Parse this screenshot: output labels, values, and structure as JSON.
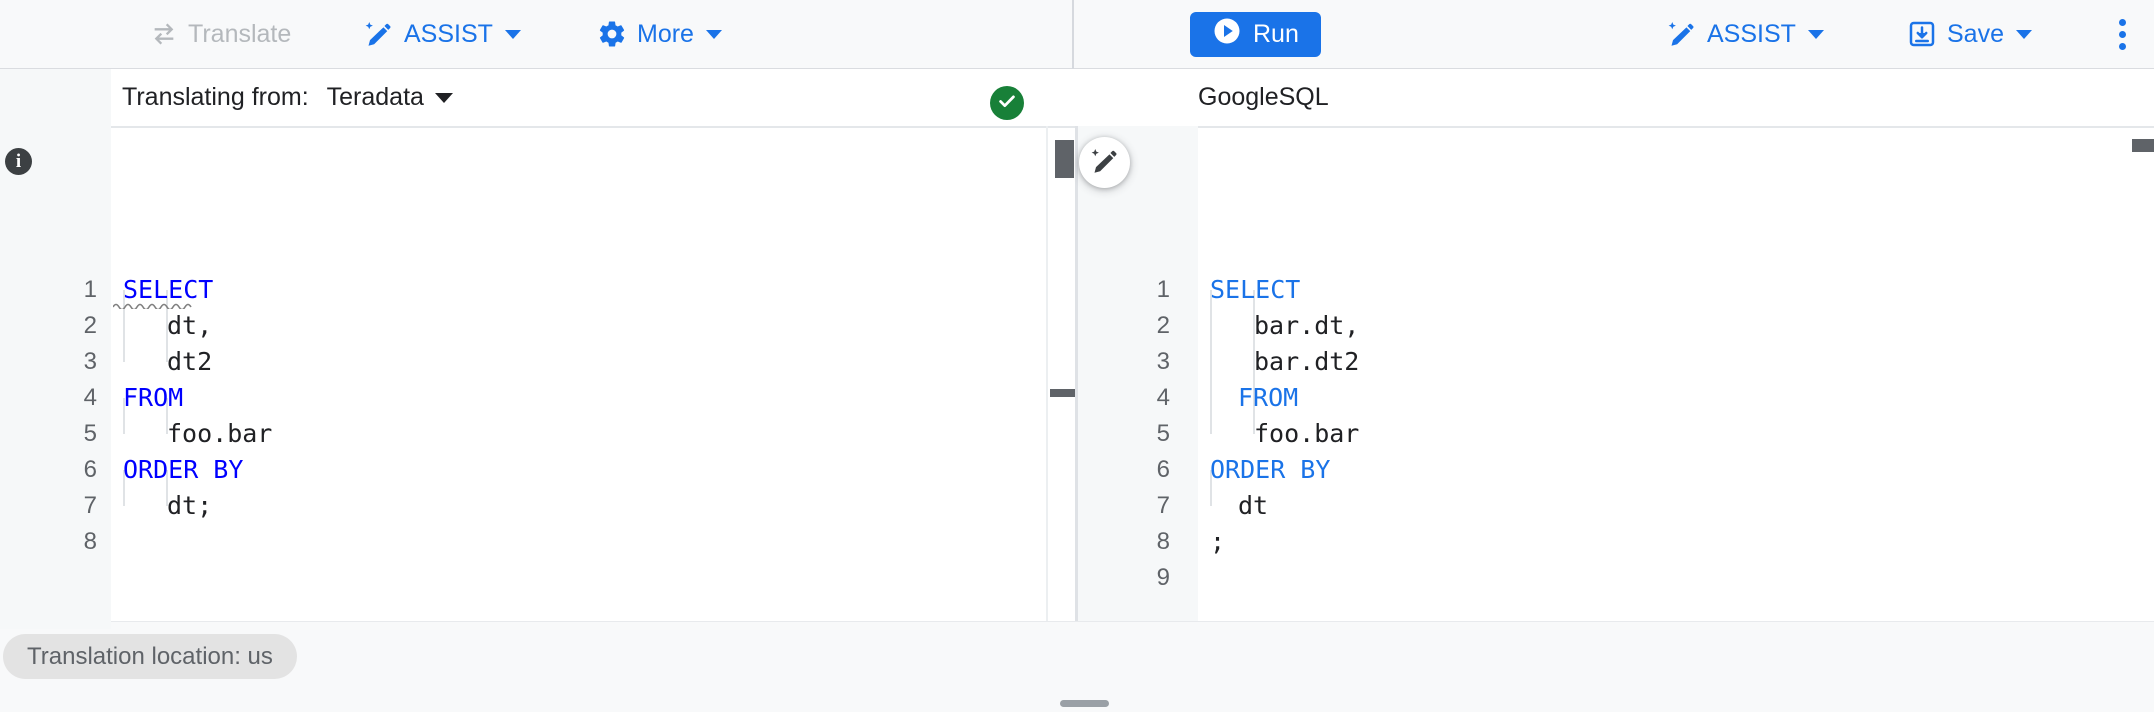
{
  "toolbar": {
    "translate_label": "Translate",
    "translate_icon": "translate-swap-icon",
    "assist_left_label": "ASSIST",
    "more_label": "More",
    "more_icon": "gear-icon",
    "run_label": "Run",
    "run_icon": "play-circle-icon",
    "assist_right_label": "ASSIST",
    "assist_icon": "magic-pencil-icon",
    "save_label": "Save",
    "save_icon": "save-download-icon",
    "overflow_icon": "more-vert-icon"
  },
  "subheader": {
    "translating_from_label": "Translating from:",
    "source_dialect": "Teradata",
    "validation_status": "valid",
    "validation_icon": "check-circle-icon",
    "target_dialect": "GoogleSQL"
  },
  "left_editor": {
    "name": "source-sql-editor",
    "line_numbers": [
      "1",
      "2",
      "3",
      "4",
      "5",
      "6",
      "7",
      "8"
    ],
    "lines": [
      {
        "keyword": "SELECT",
        "rest": "",
        "indent": 0,
        "underlined": true
      },
      {
        "keyword": "",
        "rest": "dt,",
        "indent": 2
      },
      {
        "keyword": "",
        "rest": "dt2",
        "indent": 2
      },
      {
        "keyword": "FROM",
        "rest": "",
        "indent": 0
      },
      {
        "keyword": "",
        "rest": "foo.bar",
        "indent": 2
      },
      {
        "keyword": "ORDER BY",
        "rest": "",
        "indent": 0
      },
      {
        "keyword": "",
        "rest": "dt;",
        "indent": 2
      },
      {
        "keyword": "",
        "rest": "",
        "indent": 0
      }
    ]
  },
  "right_editor": {
    "name": "translated-sql-editor",
    "line_numbers": [
      "1",
      "2",
      "3",
      "4",
      "5",
      "6",
      "7",
      "8",
      "9"
    ],
    "lines": [
      {
        "keyword": "SELECT",
        "rest": "",
        "indent": 0
      },
      {
        "keyword": "",
        "rest": "bar.dt,",
        "indent": 2
      },
      {
        "keyword": "",
        "rest": "bar.dt2",
        "indent": 2
      },
      {
        "keyword": "FROM",
        "rest": "",
        "indent": 1
      },
      {
        "keyword": "",
        "rest": "foo.bar",
        "indent": 2
      },
      {
        "keyword": "ORDER BY",
        "rest": "",
        "indent": 0
      },
      {
        "keyword": "",
        "rest": "dt",
        "indent": 1
      },
      {
        "keyword": "",
        "rest": ";",
        "indent": 0
      },
      {
        "keyword": "",
        "rest": "",
        "indent": 0
      }
    ]
  },
  "overlay": {
    "fab_icon": "magic-pencil-icon",
    "info_icon": "info-icon",
    "info_glyph": "i"
  },
  "footer": {
    "location_chip": "Translation location: us",
    "drag_handle": "resize-handle"
  },
  "colors": {
    "accent_blue": "#1a73e8",
    "success_green": "#188038",
    "keyword_left": "#0000ff",
    "keyword_right": "#1a73e8",
    "gutter_bg": "#f6f8f9",
    "toolbar_bg": "#f8f9fa",
    "chip_bg": "#e3e3e3",
    "text_primary": "#202124",
    "text_secondary": "#5f6368",
    "disabled": "#b4b8bc"
  }
}
